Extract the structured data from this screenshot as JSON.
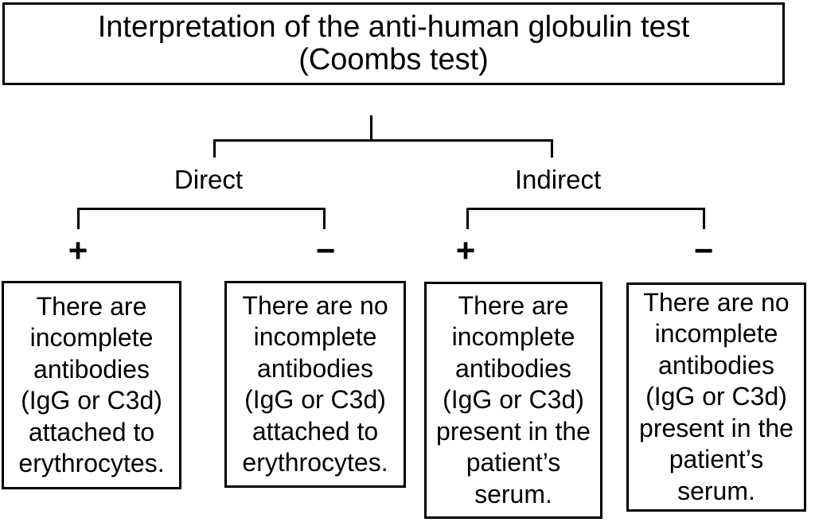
{
  "figure": {
    "title": "Interpretation of the anti-human globulin test\n(Coombs test)"
  },
  "tree": {
    "branches": [
      {
        "label": "Direct",
        "outcomes": [
          {
            "sign": "+",
            "result": "There are\nincomplete\nantibodies\n(IgG or C3d)\nattached to\nerythrocytes."
          },
          {
            "sign": "−",
            "result": "There are no\nincomplete\nantibodies\n(IgG or C3d)\nattached to\nerythrocytes."
          }
        ]
      },
      {
        "label": "Indirect",
        "outcomes": [
          {
            "sign": "+",
            "result": "There are\nincomplete\nantibodies\n(IgG or C3d)\npresent in the\npatient’s\nserum."
          },
          {
            "sign": "−",
            "result": "There are no\nincomplete\nantibodies\n(IgG or C3d)\npresent in the\npatient’s\nserum."
          }
        ]
      }
    ]
  },
  "colors": {
    "background": "#ffffff",
    "line": "#000000",
    "text": "#000000"
  }
}
